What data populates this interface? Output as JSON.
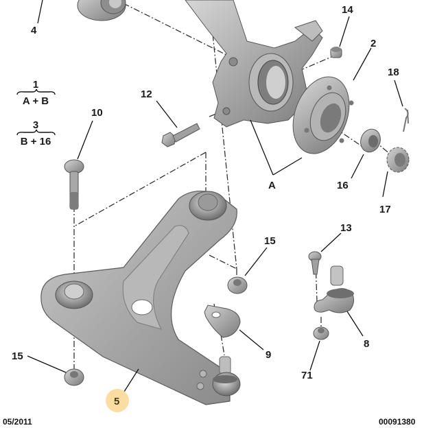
{
  "diagram": {
    "title": "Front suspension lower arm, hub and steering knuckle exploded view",
    "callouts": [
      {
        "id": "c4",
        "label": "4"
      },
      {
        "id": "c14",
        "label": "14"
      },
      {
        "id": "c2",
        "label": "2"
      },
      {
        "id": "c18",
        "label": "18"
      },
      {
        "id": "c12",
        "label": "12"
      },
      {
        "id": "c10",
        "label": "10"
      },
      {
        "id": "cA",
        "label": "A"
      },
      {
        "id": "c16",
        "label": "16"
      },
      {
        "id": "c17",
        "label": "17"
      },
      {
        "id": "c13",
        "label": "13"
      },
      {
        "id": "c15a",
        "label": "15"
      },
      {
        "id": "c15b",
        "label": "15"
      },
      {
        "id": "c8",
        "label": "8"
      },
      {
        "id": "c9",
        "label": "9"
      },
      {
        "id": "c71",
        "label": "71"
      },
      {
        "id": "c5",
        "label": "5",
        "highlighted": true
      }
    ],
    "formulas": [
      {
        "result": "1",
        "expression": "A + B"
      },
      {
        "result": "3",
        "expression": "B + 16"
      }
    ],
    "footer": {
      "date": "05/2011",
      "reference": "00091380"
    },
    "colors": {
      "part_fill": "#a9a9a9",
      "part_dark": "#6f6f6f",
      "part_light": "#d4d4d4",
      "line": "#222222",
      "highlight": "#fbd99a"
    }
  }
}
